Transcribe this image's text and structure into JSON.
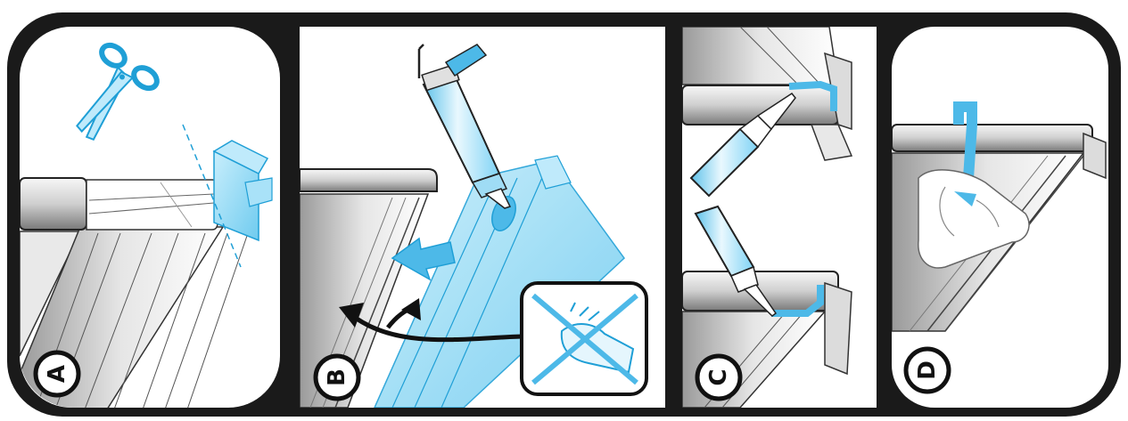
{
  "steps": [
    {
      "letter": "A"
    },
    {
      "letter": "B"
    },
    {
      "letter": "C"
    },
    {
      "letter": "D"
    }
  ],
  "colors": {
    "frame": "#1a1a1a",
    "accent_blue": "#7fd3f5",
    "accent_blue_dark": "#1f9fd6",
    "profile_light": "#f2f2f2",
    "profile_mid": "#bdbdbd",
    "profile_dark": "#6e6e6e",
    "panel_bg": "#ffffff"
  },
  "icons": [
    "scissors-icon",
    "caulk-gun-icon",
    "arrow-left-icon",
    "no-wipe-cross-icon",
    "sealant-tube-icon",
    "hand-press-icon"
  ]
}
